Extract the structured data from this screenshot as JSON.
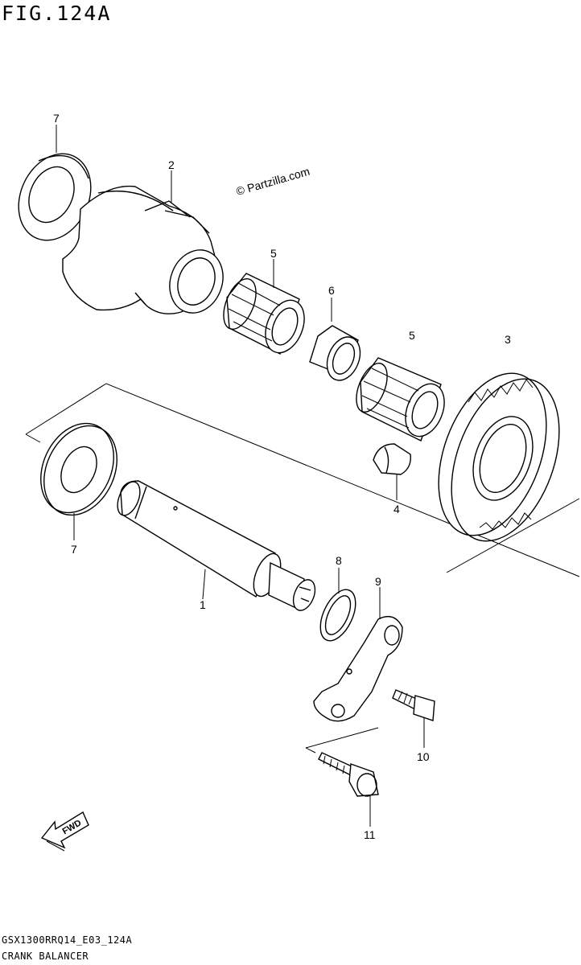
{
  "figure": {
    "title": "FIG.124A",
    "watermark": "© Partzilla.com",
    "model_code": "GSX1300RRQ14_E03_124A",
    "caption": "CRANK BALANCER",
    "fwd_label": "FWD"
  },
  "callouts": [
    {
      "id": "oil-seal-upper",
      "number": "7"
    },
    {
      "id": "balancer-weight",
      "number": "2"
    },
    {
      "id": "needle-bearing-a",
      "number": "5"
    },
    {
      "id": "spacer",
      "number": "6"
    },
    {
      "id": "needle-bearing-b",
      "number": "5"
    },
    {
      "id": "balancer-gear",
      "number": "3"
    },
    {
      "id": "key",
      "number": "4"
    },
    {
      "id": "oil-seal-lower",
      "number": "7"
    },
    {
      "id": "balancer-shaft",
      "number": "1"
    },
    {
      "id": "o-ring",
      "number": "8"
    },
    {
      "id": "balancer-lever",
      "number": "9"
    },
    {
      "id": "bolt-short",
      "number": "10"
    },
    {
      "id": "bolt-long",
      "number": "11"
    }
  ],
  "colors": {
    "line": "#000000",
    "background": "#ffffff"
  }
}
